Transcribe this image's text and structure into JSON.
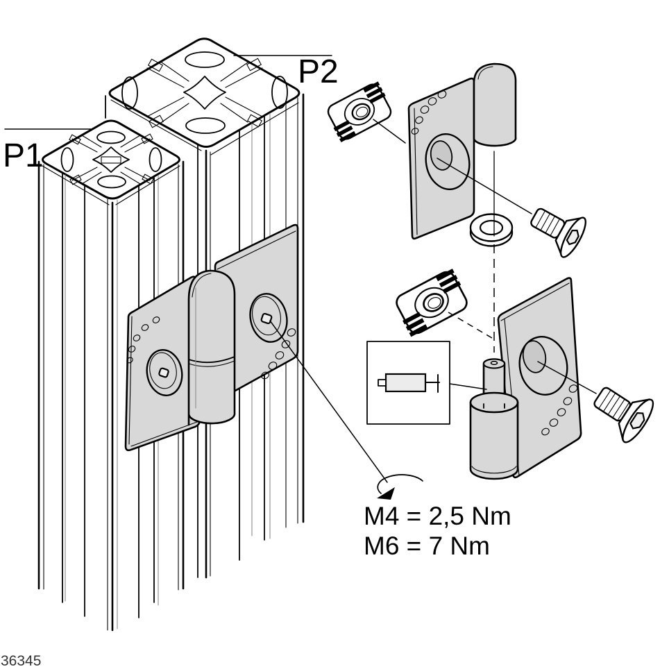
{
  "figure": {
    "number": "36345"
  },
  "callouts": {
    "profile1": "P1",
    "profile2": "P2"
  },
  "torque": {
    "line1": "M4 = 2,5 Nm",
    "line2": "M6 = 7 Nm"
  },
  "colors": {
    "background": "#ffffff",
    "line": "#000000",
    "part_fill": "#d8d8d8",
    "part_fill_light": "#ececec"
  },
  "parts": {
    "profile_p1": "t-slot-profile-small",
    "profile_p2": "t-slot-profile-large",
    "assembled_hinge": "hinge-assembled",
    "t_nut_upper": "t-nut",
    "t_nut_lower": "t-nut",
    "hinge_leaf_upper": "hinge-leaf-with-barrel",
    "washer": "washer",
    "screw_upper": "countersunk-screw",
    "hinge_leaf_lower": "hinge-leaf-with-pin",
    "screw_lower": "countersunk-screw",
    "inset": "pin-detail-inset",
    "rotation": "tightening-direction-arrow"
  }
}
